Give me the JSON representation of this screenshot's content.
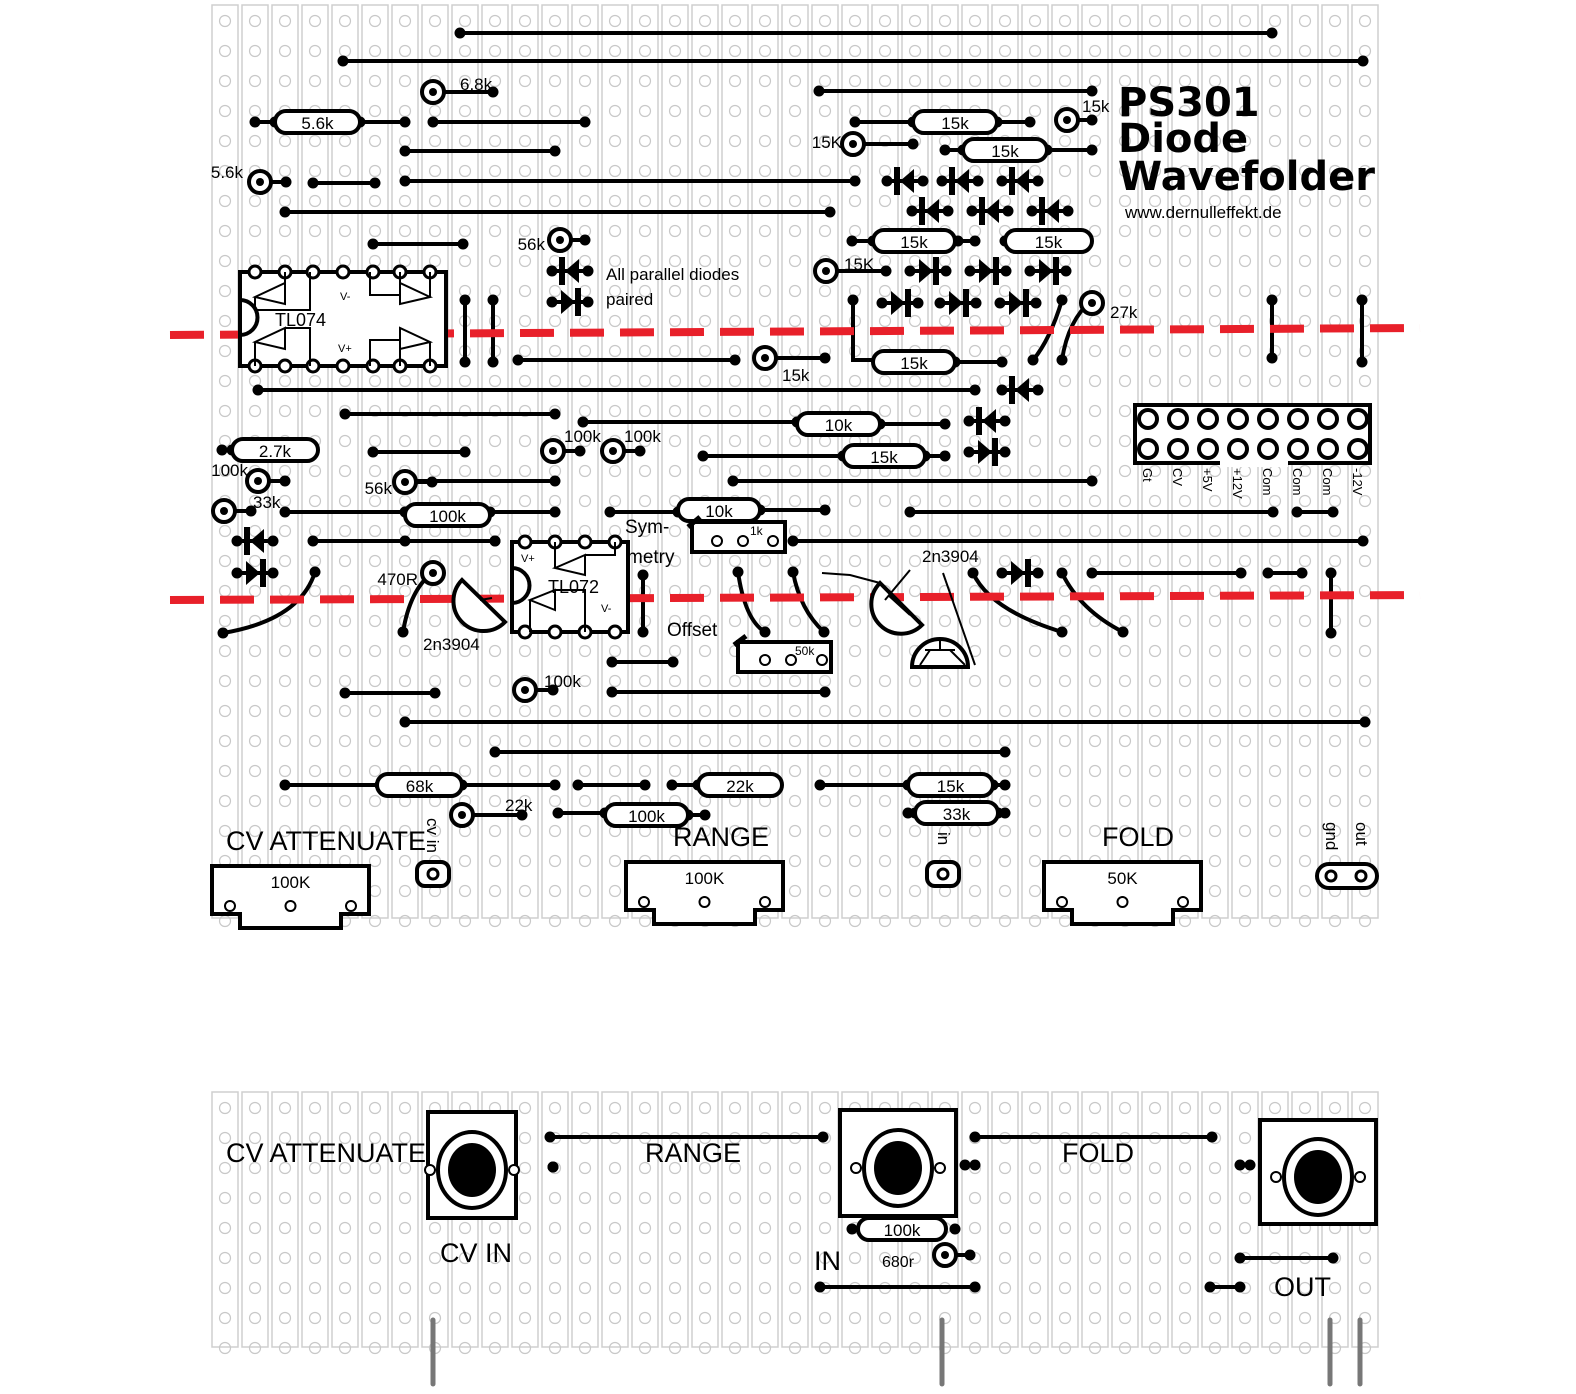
{
  "title": {
    "line1": "PS301",
    "line2": "Diode",
    "line3": "Wavefolder",
    "url": "www.dernulleffekt.de"
  },
  "colors": {
    "cut_line": "#e8202a",
    "strip_outline": "#cfcfcf",
    "trace": "#000000",
    "jack_leg": "#777777"
  },
  "ics": {
    "tl074": {
      "name": "TL074",
      "v_minus": "V-",
      "v_plus": "V+"
    },
    "tl072": {
      "name": "TL072",
      "v_minus": "V-",
      "v_plus": "V+"
    }
  },
  "notes": {
    "parallel_diodes_1": "All parallel diodes",
    "parallel_diodes_2": "paired"
  },
  "resistors": {
    "r_5_6k_a": "5.6k",
    "r_6_8k": "6.8k",
    "r_5_6k_b": "5.6k",
    "r_56k_a": "56k",
    "r_15k_top": "15k",
    "r_15k_1": "15k",
    "r_15K_2": "15K",
    "r_15k_3": "15k",
    "r_15k_4": "15k",
    "r_15k_5": "15k",
    "r_15K_6": "15K",
    "r_27k": "27k",
    "r_15k_7": "15k",
    "r_15k_8": "15k",
    "r_10k_1": "10k",
    "r_15k_9": "15k",
    "r_2_7k": "2.7k",
    "r_100k_a": "100k",
    "r_100k_b": "100k",
    "r_100k_c": "100k",
    "r_56k_b": "56k",
    "r_33k_a": "33k",
    "r_100k_d": "100k",
    "r_10k_2": "10k",
    "r_470R": "470R",
    "r_100k_e": "100k",
    "r_68k": "68k",
    "r_22k_a": "22k",
    "r_15k_10": "15k",
    "r_22k_b": "22k",
    "r_100k_f": "100k",
    "r_33k_b": "33k",
    "r_100k_g": "100k",
    "r_680r": "680r"
  },
  "trimmers": {
    "symmetry_label_1": "Sym-",
    "symmetry_label_2": "metry",
    "symmetry_value": "1k",
    "offset_label": "Offset",
    "offset_value": "50k"
  },
  "transistors": {
    "q1": "2n3904",
    "q2": "2n3904"
  },
  "power_header": {
    "pins": [
      "Gt",
      "CV",
      "+5V",
      "+12V",
      "Com",
      "Com",
      "Com",
      "-12V"
    ]
  },
  "connectors": {
    "cv_in": "cv in",
    "in": "in",
    "gnd": "gnd",
    "out": "out"
  },
  "pots_top": [
    {
      "label": "CV ATTENUATE",
      "value": "100K"
    },
    {
      "label": "RANGE",
      "value": "100K"
    },
    {
      "label": "FOLD",
      "value": "50K"
    }
  ],
  "panel_board": {
    "cv_attenuate": "CV ATTENUATE",
    "range": "RANGE",
    "fold": "FOLD",
    "cv_in": "CV IN",
    "in": "IN",
    "out": "OUT",
    "r_100k": "100k",
    "r_680r": "680r"
  }
}
